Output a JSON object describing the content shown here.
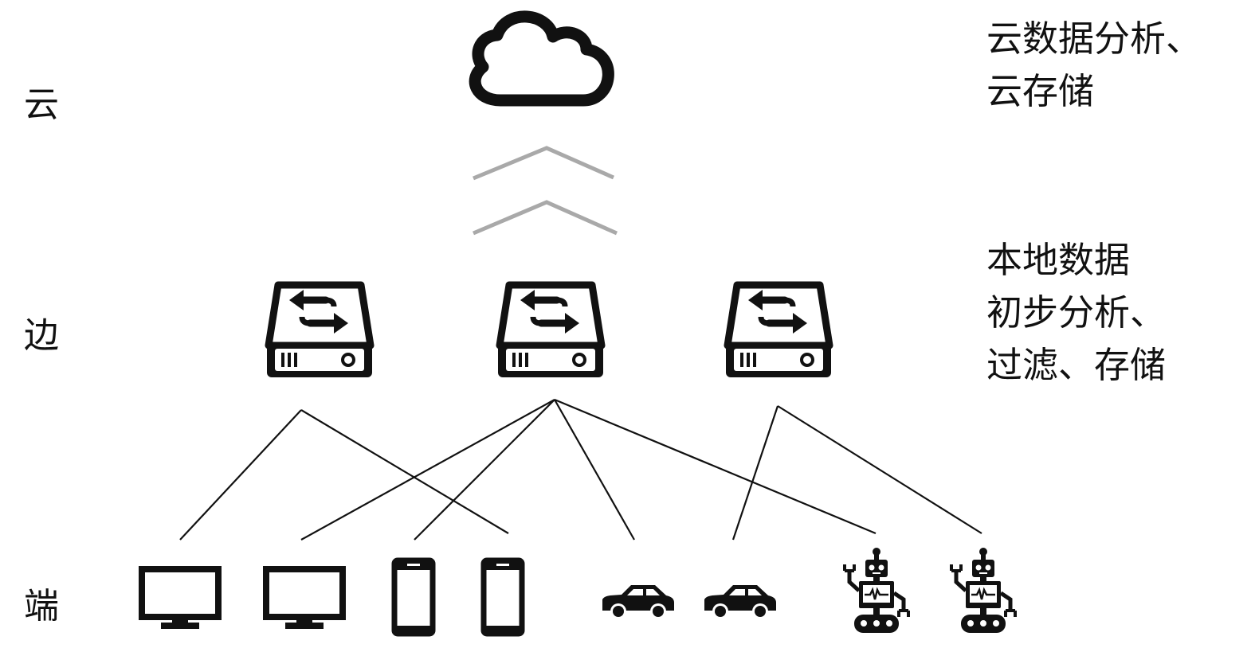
{
  "tiers": {
    "cloud": "云",
    "edge": "边",
    "device": "端"
  },
  "descriptions": {
    "cloud": [
      "云数据分析、",
      "云存储"
    ],
    "edge": [
      "本地数据",
      "初步分析、",
      "过滤、存储"
    ]
  },
  "icons": {
    "cloud": "cloud-icon",
    "edge_server": "server-switch-icon",
    "monitor": "monitor-icon",
    "phone": "smartphone-icon",
    "car": "car-icon",
    "robot": "robot-icon",
    "uplink": "chevron-up-icon"
  },
  "colors": {
    "ink": "#111111",
    "arrow": "#a9a9a9",
    "background": "#ffffff"
  },
  "devices": [
    {
      "type": "monitor"
    },
    {
      "type": "monitor"
    },
    {
      "type": "phone"
    },
    {
      "type": "phone"
    },
    {
      "type": "car"
    },
    {
      "type": "car"
    },
    {
      "type": "robot"
    },
    {
      "type": "robot"
    }
  ]
}
